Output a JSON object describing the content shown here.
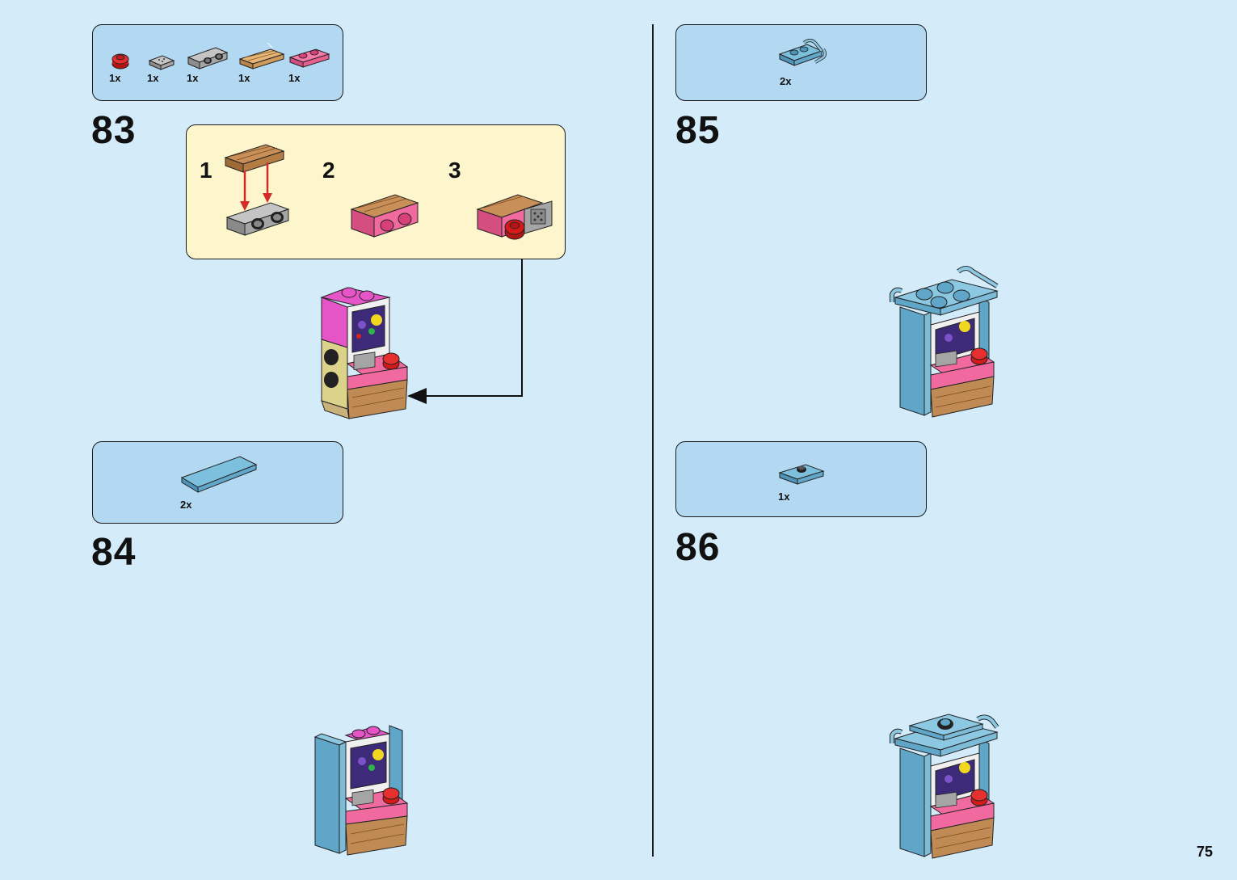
{
  "page_number": "75",
  "steps": [
    {
      "number": "83",
      "parts": [
        {
          "qty": "1x",
          "part": "red-round-1x1-icon"
        },
        {
          "qty": "1x",
          "part": "grey-grille-tile-icon"
        },
        {
          "qty": "1x",
          "part": "grey-bracket-plate-icon"
        },
        {
          "qty": "1x",
          "part": "tan-wood-plate-icon"
        },
        {
          "qty": "1x",
          "part": "pink-plate-1x2-icon"
        }
      ],
      "substeps": [
        "1",
        "2",
        "3"
      ]
    },
    {
      "number": "84",
      "parts": [
        {
          "qty": "2x",
          "part": "light-blue-tile-icon"
        }
      ]
    },
    {
      "number": "85",
      "parts": [
        {
          "qty": "2x",
          "part": "light-blue-handle-plate-icon"
        }
      ]
    },
    {
      "number": "86",
      "parts": [
        {
          "qty": "1x",
          "part": "light-blue-jumper-plate-icon"
        }
      ]
    }
  ],
  "colors": {
    "background": "#d4ebfa",
    "parts_box": "#b3d8f2",
    "substep_box": "#fdf5cc",
    "arrow_red": "#d42a2a",
    "pink": "#f06aa0",
    "magenta": "#e655c8",
    "light_blue": "#6cb5d6",
    "wood": "#c08a55",
    "grey": "#a5a5a5",
    "red": "#d61a1a"
  }
}
